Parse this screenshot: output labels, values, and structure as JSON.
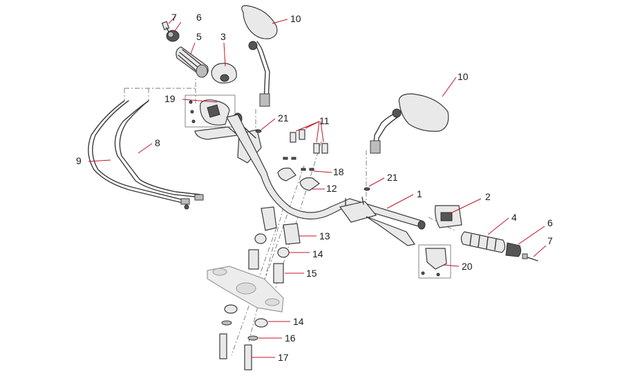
{
  "callouts": {
    "c1": "1",
    "c2": "2",
    "c3": "3",
    "c4": "4",
    "c5": "5",
    "c6a": "6",
    "c6b": "6",
    "c7a": "7",
    "c7b": "7",
    "c8": "8",
    "c9": "9",
    "c10a": "10",
    "c10b": "10",
    "c11": "11",
    "c12": "12",
    "c13": "13",
    "c14a": "14",
    "c14b": "14",
    "c15": "15",
    "c16": "16",
    "c17": "17",
    "c18": "18",
    "c19": "19",
    "c20": "20",
    "c21a": "21",
    "c21b": "21"
  },
  "colors": {
    "leader": "#c0152a",
    "parts": "#3a3a3a",
    "background": "#ffffff"
  }
}
